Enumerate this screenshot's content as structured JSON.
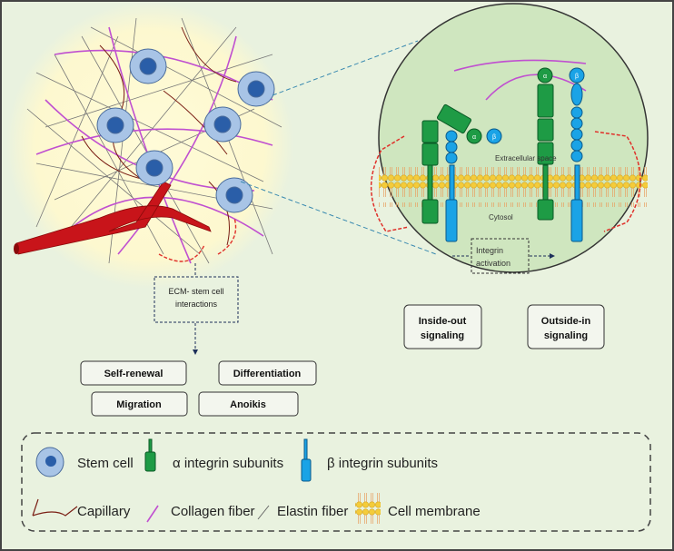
{
  "colors": {
    "background": "#e9f2df",
    "alpha_integrin": "#1e9b45",
    "beta_integrin": "#1aa3e6",
    "capillary": "#c8141a",
    "collagen": "#c050d0",
    "elastin": "#666666",
    "stem_cell": "#a8c4e6",
    "nucleus": "#2a5ea8",
    "signal_arrows": "#e0302a"
  },
  "zoom": {
    "alpha_label": "α",
    "beta_label": "β",
    "extracellular": "Extracellular space",
    "cytosol": "Cytosol",
    "activation_line1": "Integrin",
    "activation_line2": "activation"
  },
  "ecm_box": {
    "line1": "ECM- stem cell",
    "line2": "interactions"
  },
  "outcomes": {
    "self_renewal": "Self-renewal",
    "differentiation": "Differentiation",
    "migration": "Migration",
    "anoikis": "Anoikis"
  },
  "signaling": {
    "inside_out_1": "Inside-out",
    "inside_out_2": "signaling",
    "outside_in_1": "Outside-in",
    "outside_in_2": "signaling"
  },
  "legend": {
    "stem_cell": "Stem cell",
    "alpha": "α integrin subunits",
    "beta": "β integrin subunits",
    "capillary": "Capillary",
    "collagen": "Collagen fiber",
    "elastin": "Elastin fiber",
    "membrane": "Cell membrane"
  }
}
